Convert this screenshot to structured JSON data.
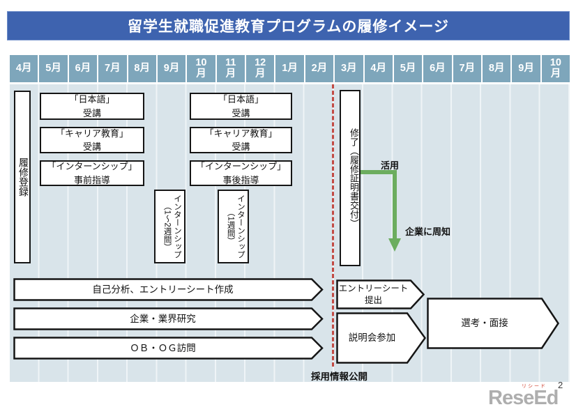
{
  "slide": {
    "title": "留学生就職促進教育プログラムの履修イメージ",
    "page_number": "2"
  },
  "timeline": {
    "months": [
      "4月",
      "5月",
      "6月",
      "7月",
      "8月",
      "9月",
      "10月",
      "11月",
      "12月",
      "1月",
      "2月",
      "3月",
      "4月",
      "5月",
      "6月",
      "7月",
      "8月",
      "9月",
      "10月"
    ]
  },
  "program": {
    "registration": "履修登録",
    "term1": {
      "japanese": {
        "line1": "「日本語」",
        "line2": "受講"
      },
      "career": {
        "line1": "「キャリア教育」",
        "line2": "受講"
      },
      "internship_guidance": {
        "line1": "「インターンシップ」",
        "line2": "事前指導"
      },
      "internship": {
        "line1": "インターンシップ",
        "line2": "（1～2週間）"
      }
    },
    "term2": {
      "japanese": {
        "line1": "「日本語」",
        "line2": "受講"
      },
      "career": {
        "line1": "「キャリア教育」",
        "line2": "受講"
      },
      "internship_guidance": {
        "line1": "「インターンシップ」",
        "line2": "事後指導"
      },
      "internship": {
        "line1": "インターンシップ",
        "line2": "（1週間）"
      }
    },
    "completion": "修了（履修証明書交付）"
  },
  "job_hunting": {
    "left_arrows": [
      "自己分析、エントリーシート作成",
      "企業・業界研究",
      "ＯＢ・ＯＧ訪問"
    ],
    "right_arrows": [
      "エントリーシート提出",
      "説明会参加",
      "選考・面接"
    ],
    "annotations": {
      "use_certificate": "活用",
      "notify_companies": "企業に周知",
      "recruitment_info": "採用情報公開"
    }
  },
  "logo": {
    "text": "ReseEd",
    "ruby": "リシード"
  },
  "colors": {
    "title_bar": "#3E63AF",
    "month_header": "#7EA6BB",
    "chart_background": "#D9E4EA",
    "deadline_line": "#C24B45",
    "arrow_green": "#6CAD5F"
  }
}
